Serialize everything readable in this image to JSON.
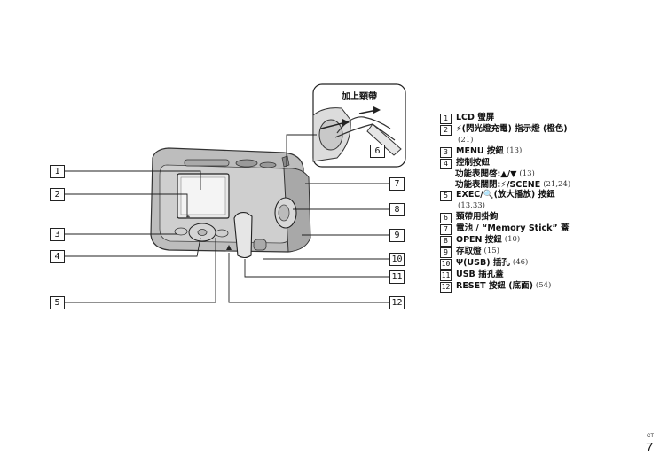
{
  "inset_label": "加上頸帶",
  "callouts": [
    "1",
    "2",
    "3",
    "4",
    "5",
    "6",
    "7",
    "8",
    "9",
    "10",
    "11",
    "12"
  ],
  "legend": [
    {
      "num": "1",
      "text": "LCD 螢屏",
      "ref": ""
    },
    {
      "num": "2",
      "text": "⚡(閃光燈充電) 指示燈 (橙色)",
      "ref": ""
    },
    {
      "num": "",
      "text": "",
      "ref": "(21)"
    },
    {
      "num": "3",
      "text": "MENU 按鈕",
      "ref": "(13)"
    },
    {
      "num": "4",
      "text": "控制按鈕",
      "ref": ""
    },
    {
      "num": "",
      "text": "功能表開啓:▲/▼",
      "ref": "(13)"
    },
    {
      "num": "",
      "text": "功能表關閉:⚡/SCENE",
      "ref": "(21,24)"
    },
    {
      "num": "5",
      "text": "EXEC/🔍(放大播放) 按鈕",
      "ref": ""
    },
    {
      "num": "",
      "text": "",
      "ref": "(13,33)"
    },
    {
      "num": "6",
      "text": "頸帶用掛鉤",
      "ref": ""
    },
    {
      "num": "7",
      "text": "電池 / “Memory Stick” 蓋",
      "ref": ""
    },
    {
      "num": "8",
      "text": "OPEN 按鈕",
      "ref": "(10)"
    },
    {
      "num": "9",
      "text": "存取燈",
      "ref": "(15)"
    },
    {
      "num": "10",
      "text": "Ψ(USB) 插孔",
      "ref": "(46)"
    },
    {
      "num": "11",
      "text": "USB 插孔蓋",
      "ref": ""
    },
    {
      "num": "12",
      "text": "RESET 按鈕 (底面)",
      "ref": "(54)"
    }
  ],
  "page": {
    "lang_code": "CT",
    "number": "7"
  }
}
